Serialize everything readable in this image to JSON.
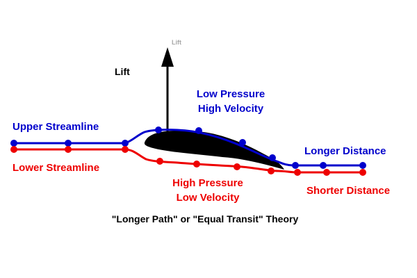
{
  "labels": {
    "lift": "Lift",
    "lift_tip": "Lift",
    "upper_region_line1": "Low Pressure",
    "upper_region_line2": "High Velocity",
    "lower_region_line1": "High Pressure",
    "lower_region_line2": "Low Velocity",
    "upper_streamline": "Upper Streamline",
    "lower_streamline": "Lower Streamline",
    "longer_distance": "Longer Distance",
    "shorter_distance": "Shorter Distance",
    "caption": "\"Longer Path\" or \"Equal Transit\" Theory"
  },
  "colors": {
    "upper": "#0000cc",
    "lower": "#ee0000",
    "airfoil": "#000000",
    "text": "#000000",
    "background": "#ffffff"
  }
}
